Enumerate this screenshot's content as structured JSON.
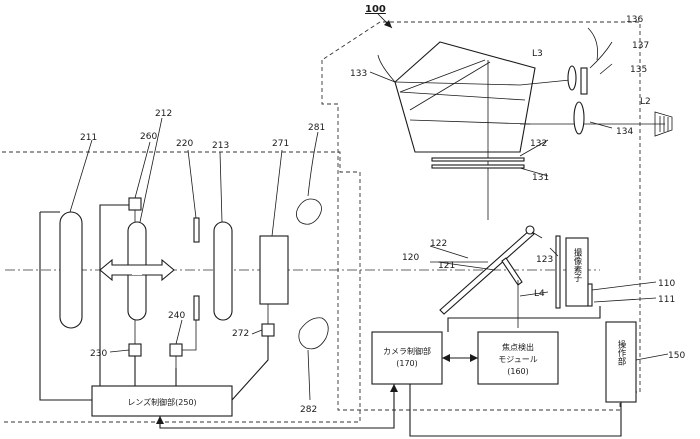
{
  "diagram": {
    "title": "100",
    "blocks": {
      "imaging_element": "撮像素子",
      "camera_control": "カメラ制御部",
      "camera_control_num": "(170)",
      "focus_detect_1": "焦点検出",
      "focus_detect_2": "モジュール",
      "focus_detect_num": "(160)",
      "operation": "操作部",
      "lens_control": "レンズ制御部(250)"
    },
    "refs": {
      "r136": "136",
      "r137": "137",
      "r135": "135",
      "r133": "133",
      "rL3": "L3",
      "rL2": "L2",
      "r134": "134",
      "r132": "132",
      "r131": "131",
      "r211": "211",
      "r260": "260",
      "r212": "212",
      "r220": "220",
      "r213": "213",
      "r271": "271",
      "r281": "281",
      "r120": "120",
      "r122": "122",
      "r121": "121",
      "r123": "123",
      "r110": "110",
      "r111": "111",
      "rL4": "L4",
      "r230": "230",
      "r240": "240",
      "r272": "272",
      "r282": "282",
      "r150": "150"
    }
  }
}
